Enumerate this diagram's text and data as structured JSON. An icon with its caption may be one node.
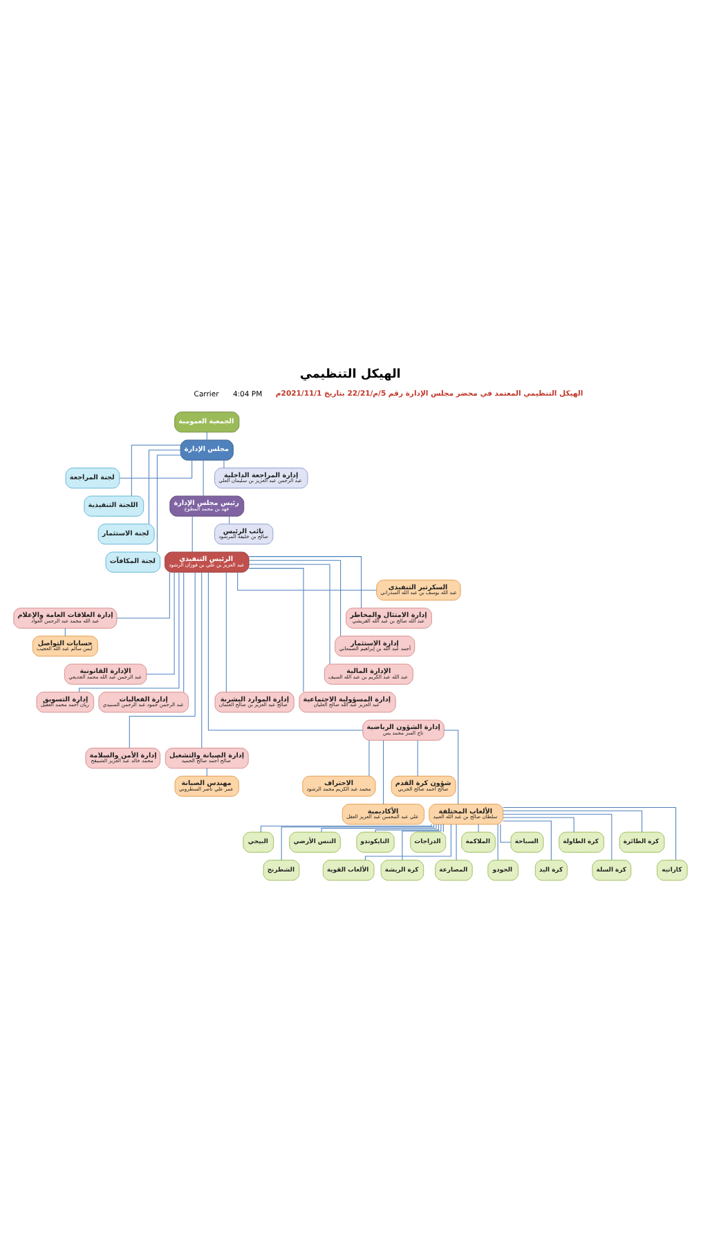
{
  "diagram": {
    "title": "الهيكل التنظيمي",
    "nodes": [
      {
        "text": [
          "الجمعية العمومية"
        ]
      },
      {
        "text": [
          "مجلس الإدارة"
        ]
      },
      {
        "text": [
          "إدارة المراجعة الداخلية",
          "عبد الرحمن عبد العزيز بن سليمان العلي"
        ]
      },
      {
        "text": [
          "لجنة المراجعة"
        ]
      },
      {
        "text": [
          "رئيس مجلس الإدارة",
          "فهد بن محمد المطوع"
        ]
      },
      {
        "text": [
          "اللجنة التنفيذية"
        ]
      },
      {
        "text": [
          "نائب الرئيس",
          "صالح بن خليفة المرشود"
        ]
      },
      {
        "text": [
          "لجنة الاستثمار"
        ]
      },
      {
        "text": [
          "لجنة المكافآت"
        ]
      },
      {
        "text": [
          "الرئيس التنفيذي",
          "عبد العزيز بن علي بن فوزان الرشود"
        ]
      },
      {
        "text": [
          "السكرتير التنفيذي",
          "عبد الله يوسف بن عبد الله السدراني"
        ]
      },
      {
        "text": [
          "إدارة الامتثال والمخاطر",
          "عبد الله صالح بن عبد الله القريشي"
        ]
      },
      {
        "text": [
          "إدارة العلاقات العامة والإعلام",
          "عبد الله محمد عبد الرحمن العواد"
        ]
      },
      {
        "text": [
          "إدارة الاستثمار",
          "أحمد عبد الله بن إبراهيم الصمعاني"
        ]
      },
      {
        "text": [
          "حسابات التواصل",
          "أيمن سالم عبد الله العجيب"
        ]
      },
      {
        "text": [
          "الإدارة المالية",
          "عبد الله عبد الكريم بن عبد الله السيف"
        ]
      },
      {
        "text": [
          "الإدارة القانونية",
          "عبد الرحمن عبد الله محمد الجديعي"
        ]
      },
      {
        "text": [
          "إدارة المسؤولية الاجتماعية",
          "عبد العزيز عبد الله صالح العليان"
        ]
      },
      {
        "text": [
          "إدارة الموارد البشرية",
          "صالح عبد العزيز بن صالح العثمان"
        ]
      },
      {
        "text": [
          "إدارة الفعاليات",
          "عبد الرحمن حمود عبد الرحمن السنيدي"
        ]
      },
      {
        "text": [
          "إدارة التسويق",
          "ريان أحمد محمد العقيل"
        ]
      },
      {
        "text": [
          "إدارة الشؤون الرياضية",
          "تاج السر محمد يس"
        ]
      },
      {
        "text": [
          "إدارة الصيانة والتشغيل",
          "صالح أحمد صالح الحميد"
        ]
      },
      {
        "text": [
          "إدارة الأمن والسلامة",
          "محمد خالد عبد العزيز الشبيقح"
        ]
      },
      {
        "text": [
          "شؤون كرة القدم",
          "صالح أحمد صالح الحربي"
        ]
      },
      {
        "text": [
          "الاحتراف",
          "محمد عبد الكريم محمد الرشود"
        ]
      },
      {
        "text": [
          "مهندس الصيانة",
          "عمر علي ناصر السطروني"
        ]
      },
      {
        "text": [
          "الألعاب المختلفة",
          "سلطان صالح بن عبد الله العبيد"
        ]
      },
      {
        "text": [
          "الأكاديمية",
          "علي عبد المحسن عبد العزيز العقل"
        ]
      },
      {
        "text": [
          "كرة الطائرة"
        ]
      },
      {
        "text": [
          "كرة الطاولة"
        ]
      },
      {
        "text": [
          "السباحة"
        ]
      },
      {
        "text": [
          "الملاكمة"
        ]
      },
      {
        "text": [
          "الدراجات"
        ]
      },
      {
        "text": [
          "التايكوندو"
        ]
      },
      {
        "text": [
          "التنس الأرضي"
        ]
      },
      {
        "text": [
          "البيجي"
        ]
      },
      {
        "text": [
          "كاراتيه"
        ]
      },
      {
        "text": [
          "كرة السلة"
        ]
      },
      {
        "text": [
          "كرة اليد"
        ]
      },
      {
        "text": [
          "الجودو"
        ]
      },
      {
        "text": [
          "المصارعة"
        ]
      },
      {
        "text": [
          "كرة الريشة"
        ]
      },
      {
        "text": [
          "الألعاب القوية"
        ]
      },
      {
        "text": [
          "الشطرنج"
        ]
      }
    ],
    "edges": [
      {
        "from": 0,
        "to": 1,
        "arrow": "none"
      },
      {
        "from": 1,
        "to": 3,
        "arrow": "none"
      },
      {
        "from": 1,
        "to": 5,
        "arrow": "none"
      },
      {
        "from": 1,
        "to": 7,
        "arrow": "none"
      },
      {
        "from": 1,
        "to": 8,
        "arrow": "none"
      },
      {
        "from": 1,
        "to": 4,
        "arrow": "none"
      },
      {
        "from": 1,
        "to": 2,
        "arrow": "none"
      },
      {
        "from": 4,
        "to": 9,
        "arrow": "none"
      },
      {
        "from": 4,
        "to": 6,
        "arrow": "none"
      },
      {
        "from": 9,
        "to": 12,
        "arrow": "none"
      },
      {
        "from": 9,
        "to": 16,
        "arrow": "none"
      },
      {
        "from": 9,
        "to": 20,
        "arrow": "none"
      },
      {
        "from": 9,
        "to": 19,
        "arrow": "none"
      },
      {
        "from": 9,
        "to": 23,
        "arrow": "none"
      },
      {
        "from": 9,
        "to": 22,
        "arrow": "none"
      },
      {
        "from": 9,
        "to": 18,
        "arrow": "none"
      },
      {
        "from": 9,
        "to": 17,
        "arrow": "none"
      },
      {
        "from": 9,
        "to": 21,
        "arrow": "none"
      },
      {
        "from": 9,
        "to": 15,
        "arrow": "none"
      },
      {
        "from": 9,
        "to": 13,
        "arrow": "none"
      },
      {
        "from": 9,
        "to": 11,
        "arrow": "none"
      },
      {
        "from": 9,
        "to": 10,
        "arrow": "none"
      },
      {
        "from": 12,
        "to": 14,
        "arrow": "none"
      },
      {
        "from": 22,
        "to": 26,
        "arrow": "none"
      },
      {
        "from": 21,
        "to": 25,
        "arrow": "none"
      },
      {
        "from": 21,
        "to": 28,
        "arrow": "none"
      },
      {
        "from": 21,
        "to": 24,
        "arrow": "none"
      },
      {
        "from": 21,
        "to": 27,
        "arrow": "none"
      },
      {
        "from": 27,
        "to": 36,
        "arrow": "none"
      },
      {
        "from": 27,
        "to": 44,
        "arrow": "none"
      },
      {
        "from": 27,
        "to": 35,
        "arrow": "none"
      },
      {
        "from": 27,
        "to": 43,
        "arrow": "none"
      },
      {
        "from": 27,
        "to": 34,
        "arrow": "none"
      },
      {
        "from": 27,
        "to": 42,
        "arrow": "none"
      },
      {
        "from": 27,
        "to": 33,
        "arrow": "none"
      },
      {
        "from": 27,
        "to": 41,
        "arrow": "none"
      },
      {
        "from": 27,
        "to": 32,
        "arrow": "none"
      },
      {
        "from": 27,
        "to": 40,
        "arrow": "none"
      },
      {
        "from": 27,
        "to": 31,
        "arrow": "none"
      },
      {
        "from": 27,
        "to": 39,
        "arrow": "none"
      },
      {
        "from": 27,
        "to": 30,
        "arrow": "none"
      },
      {
        "from": 27,
        "to": 38,
        "arrow": "none"
      },
      {
        "from": 27,
        "to": 29,
        "arrow": "none"
      },
      {
        "from": 27,
        "to": 37,
        "arrow": "none"
      }
    ],
    "labels": [
      "Carrier",
      "4:04 PM",
      "الهيكل التنظيمي المعتمد في محضر مجلس الإدارة رقم 5/م/22/21 بتاريخ 2021/11/1م"
    ]
  }
}
